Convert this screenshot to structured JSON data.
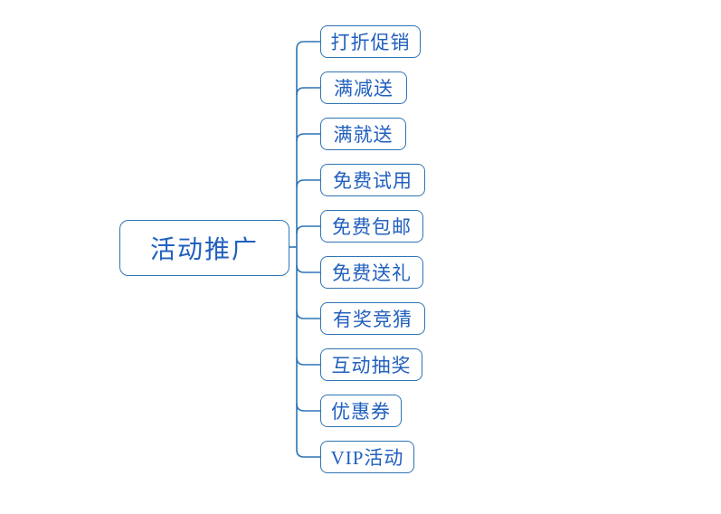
{
  "diagram": {
    "type": "mindmap",
    "root": {
      "label": "活动推广"
    },
    "children": [
      {
        "label": "打折促销"
      },
      {
        "label": "满减送"
      },
      {
        "label": "满就送"
      },
      {
        "label": "免费试用"
      },
      {
        "label": "免费包邮"
      },
      {
        "label": "免费送礼"
      },
      {
        "label": "有奖竞猜"
      },
      {
        "label": "互动抽奖"
      },
      {
        "label": "优惠券"
      },
      {
        "label": "VIP活动"
      }
    ],
    "colors": {
      "line": "#2E74B5",
      "border": "#2E74B5",
      "text": "#2160BE",
      "background": "#FFFFFF"
    }
  }
}
